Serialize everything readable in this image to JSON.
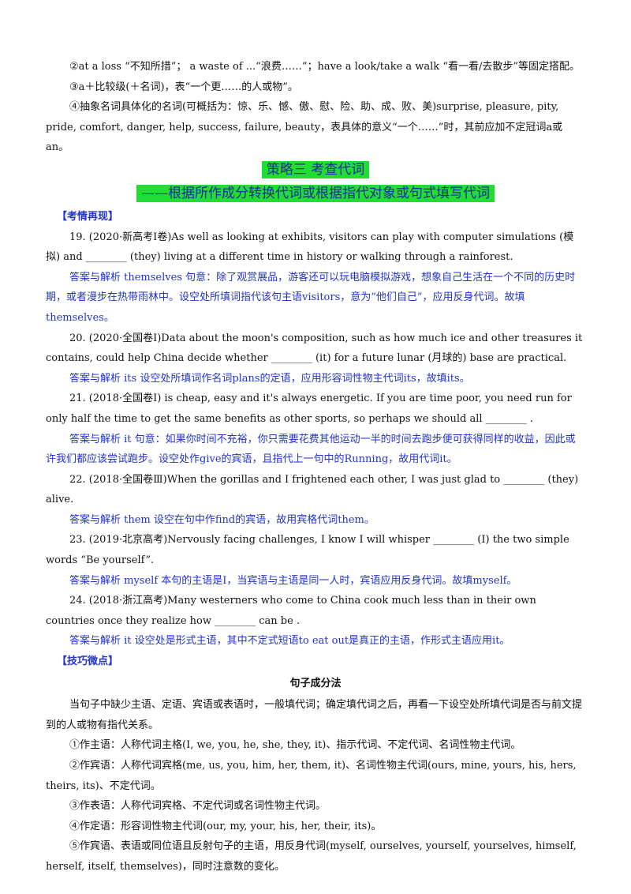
{
  "tips_top": [
    "②at a loss “不知所措”；  a waste of ...“浪费……”；have a look/take a walk “看一看/去散步”等固定搭配。",
    "③a＋比较级(＋名词)，表“一个更……的人或物”。",
    "④抽象名词具体化的名词(可概括为：惊、乐、憾、傲、慰、险、助、成、败、美)surprise, pleasure, pity, pride, comfort, danger, help, success, failure, beauty，表具体的意义“一个……”时，其前应加不定冠词a或an。"
  ],
  "strategy_title": "策略三   考查代词",
  "strategy_subtitle": "——根据所作成分转换代词或根据指代对象或句式填写代词",
  "section_exam": "【考情再现】",
  "questions": [
    {
      "pre": "19. (2020·新高考Ⅰ卷)As well as looking at exhibits, visitors can play with computer simulations (模拟) and ________ (they) living at a different time in history or walking through a rainforest.",
      "answer": "答案与解析   themselves   句意：除了观赏展品，游客还可以玩电脑模拟游戏，想象自己生活在一个不同的历史时期，或者漫步在热带雨林中。设空处所填词指代该句主语visitors，意为“他们自己”，应用反身代词。故填themselves。"
    },
    {
      "pre": "20. (2020·全国卷Ⅰ)Data about the moon's composition, such as how much ice and other treasures it contains, could help China decide whether ________ (it)   for a future lunar (月球的) base are practical.",
      "answer": "答案与解析   its   设空处所填词作名词plans的定语，应用形容词性物主代词its，故填its。"
    },
    {
      "pre": "21. (2018·全国卷Ⅰ) is cheap, easy and it's always energetic. If you are time poor, you need run for only half the time to get the same benefits as other sports, so perhaps we should all   ________ .",
      "answer": "答案与解析   it   句意：如果你时间不充裕，你只需要花费其他运动一半的时间去跑步便可获得同样的收益，因此或许我们都应该尝试跑步。设空处作give的宾语，且指代上一句中的Running，故用代词it。"
    },
    {
      "pre": "22. (2018·全国卷Ⅲ)When the gorillas and I frightened each other, I was just glad to   ________ (they) alive.",
      "answer": "答案与解析   them   设空在句中作find的宾语，故用宾格代词them。"
    },
    {
      "pre": "23. (2019·北京高考)Nervously facing challenges, I know I will whisper   ________ (I) the two simple words “Be yourself”.",
      "answer": "答案与解析   myself   本句的主语是I，当宾语与主语是同一人时，宾语应用反身代词。故填myself。"
    },
    {
      "pre": "24. (2018·浙江高考)Many westerners who come to China cook much less than in their own countries once they realize how   ________ can be .",
      "answer": "答案与解析   it   设空处是形式主语，其中不定式短语to eat out是真正的主语，作形式主语应用it。"
    }
  ],
  "section_tips": "【技巧微点】",
  "method_title": "句子成分法",
  "method_intro": "当句子中缺少主语、定语、宾语或表语时，一般填代词；确定填代词之后，再看一下设空处所填代词是否与前文提到的人或物有指代关系。",
  "method_items": [
    "①作主语：人称代词主格(I, we, you, he, she, they, it)、指示代词、不定代词、名词性物主代词。",
    "②作宾语：人称代词宾格(me, us, you, him, her, them, it)、名词性物主代词(ours, mine, yours, his, hers, theirs, its)、不定代词。",
    "③作表语：人称代词宾格、不定代词或名词性物主代词。",
    "④作定语：形容词性物主代词(our, my, your, his, her, their, its)。",
    "⑤作宾语、表语或同位语且反射句子的主语，用反身代词(myself, ourselves, yourself, yourselves, himself, herself, itself, themselves)，同时注意数的变化。"
  ]
}
